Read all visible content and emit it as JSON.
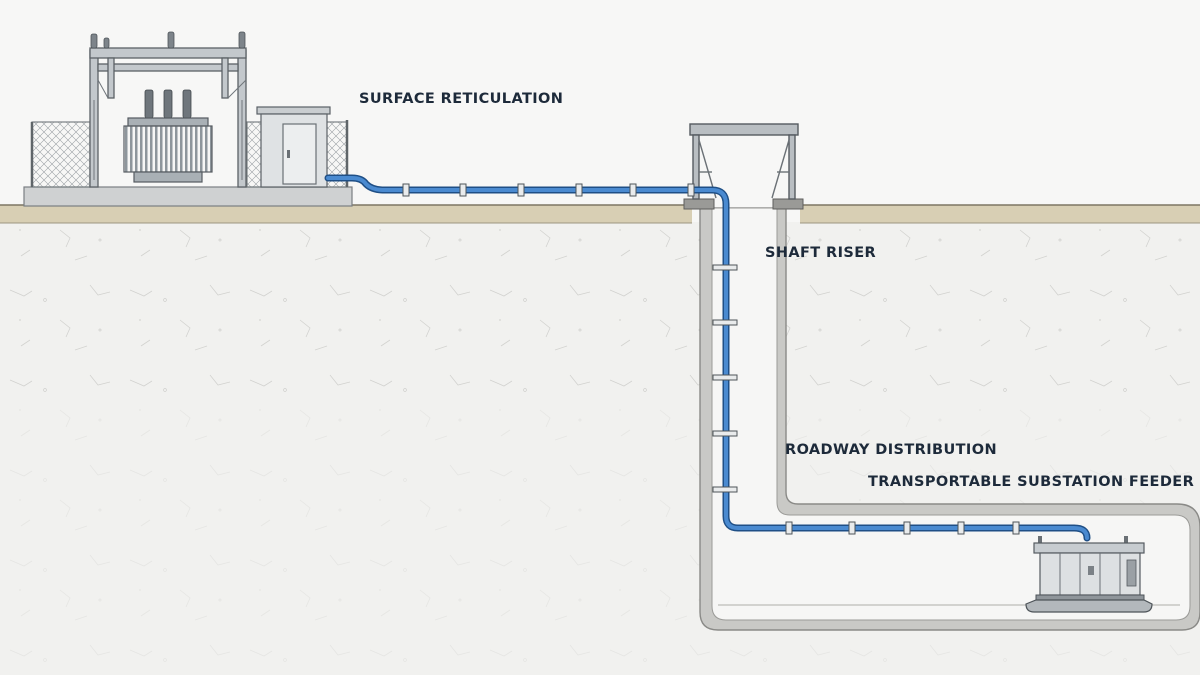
{
  "labels": {
    "surface_reticulation": "SURFACE RETICULATION",
    "shaft_riser": "SHAFT RISER",
    "roadway_distribution": "ROADWAY DISTRIBUTION",
    "transportable_substation_feeder": "TRANSPORTABLE SUBSTATION FEEDER"
  },
  "colors": {
    "cable": "#3f7fc1",
    "cable_dark": "#1f4f86",
    "label_text": "#1d2a3a",
    "ground_surface": "#d8cfb4",
    "rock": "#efefed",
    "tunnel_wall": "#c9c9c6"
  },
  "icons": [
    "surface-substation-transformer-icon",
    "switchgear-kiosk-icon",
    "headframe-icon",
    "transportable-substation-icon"
  ]
}
